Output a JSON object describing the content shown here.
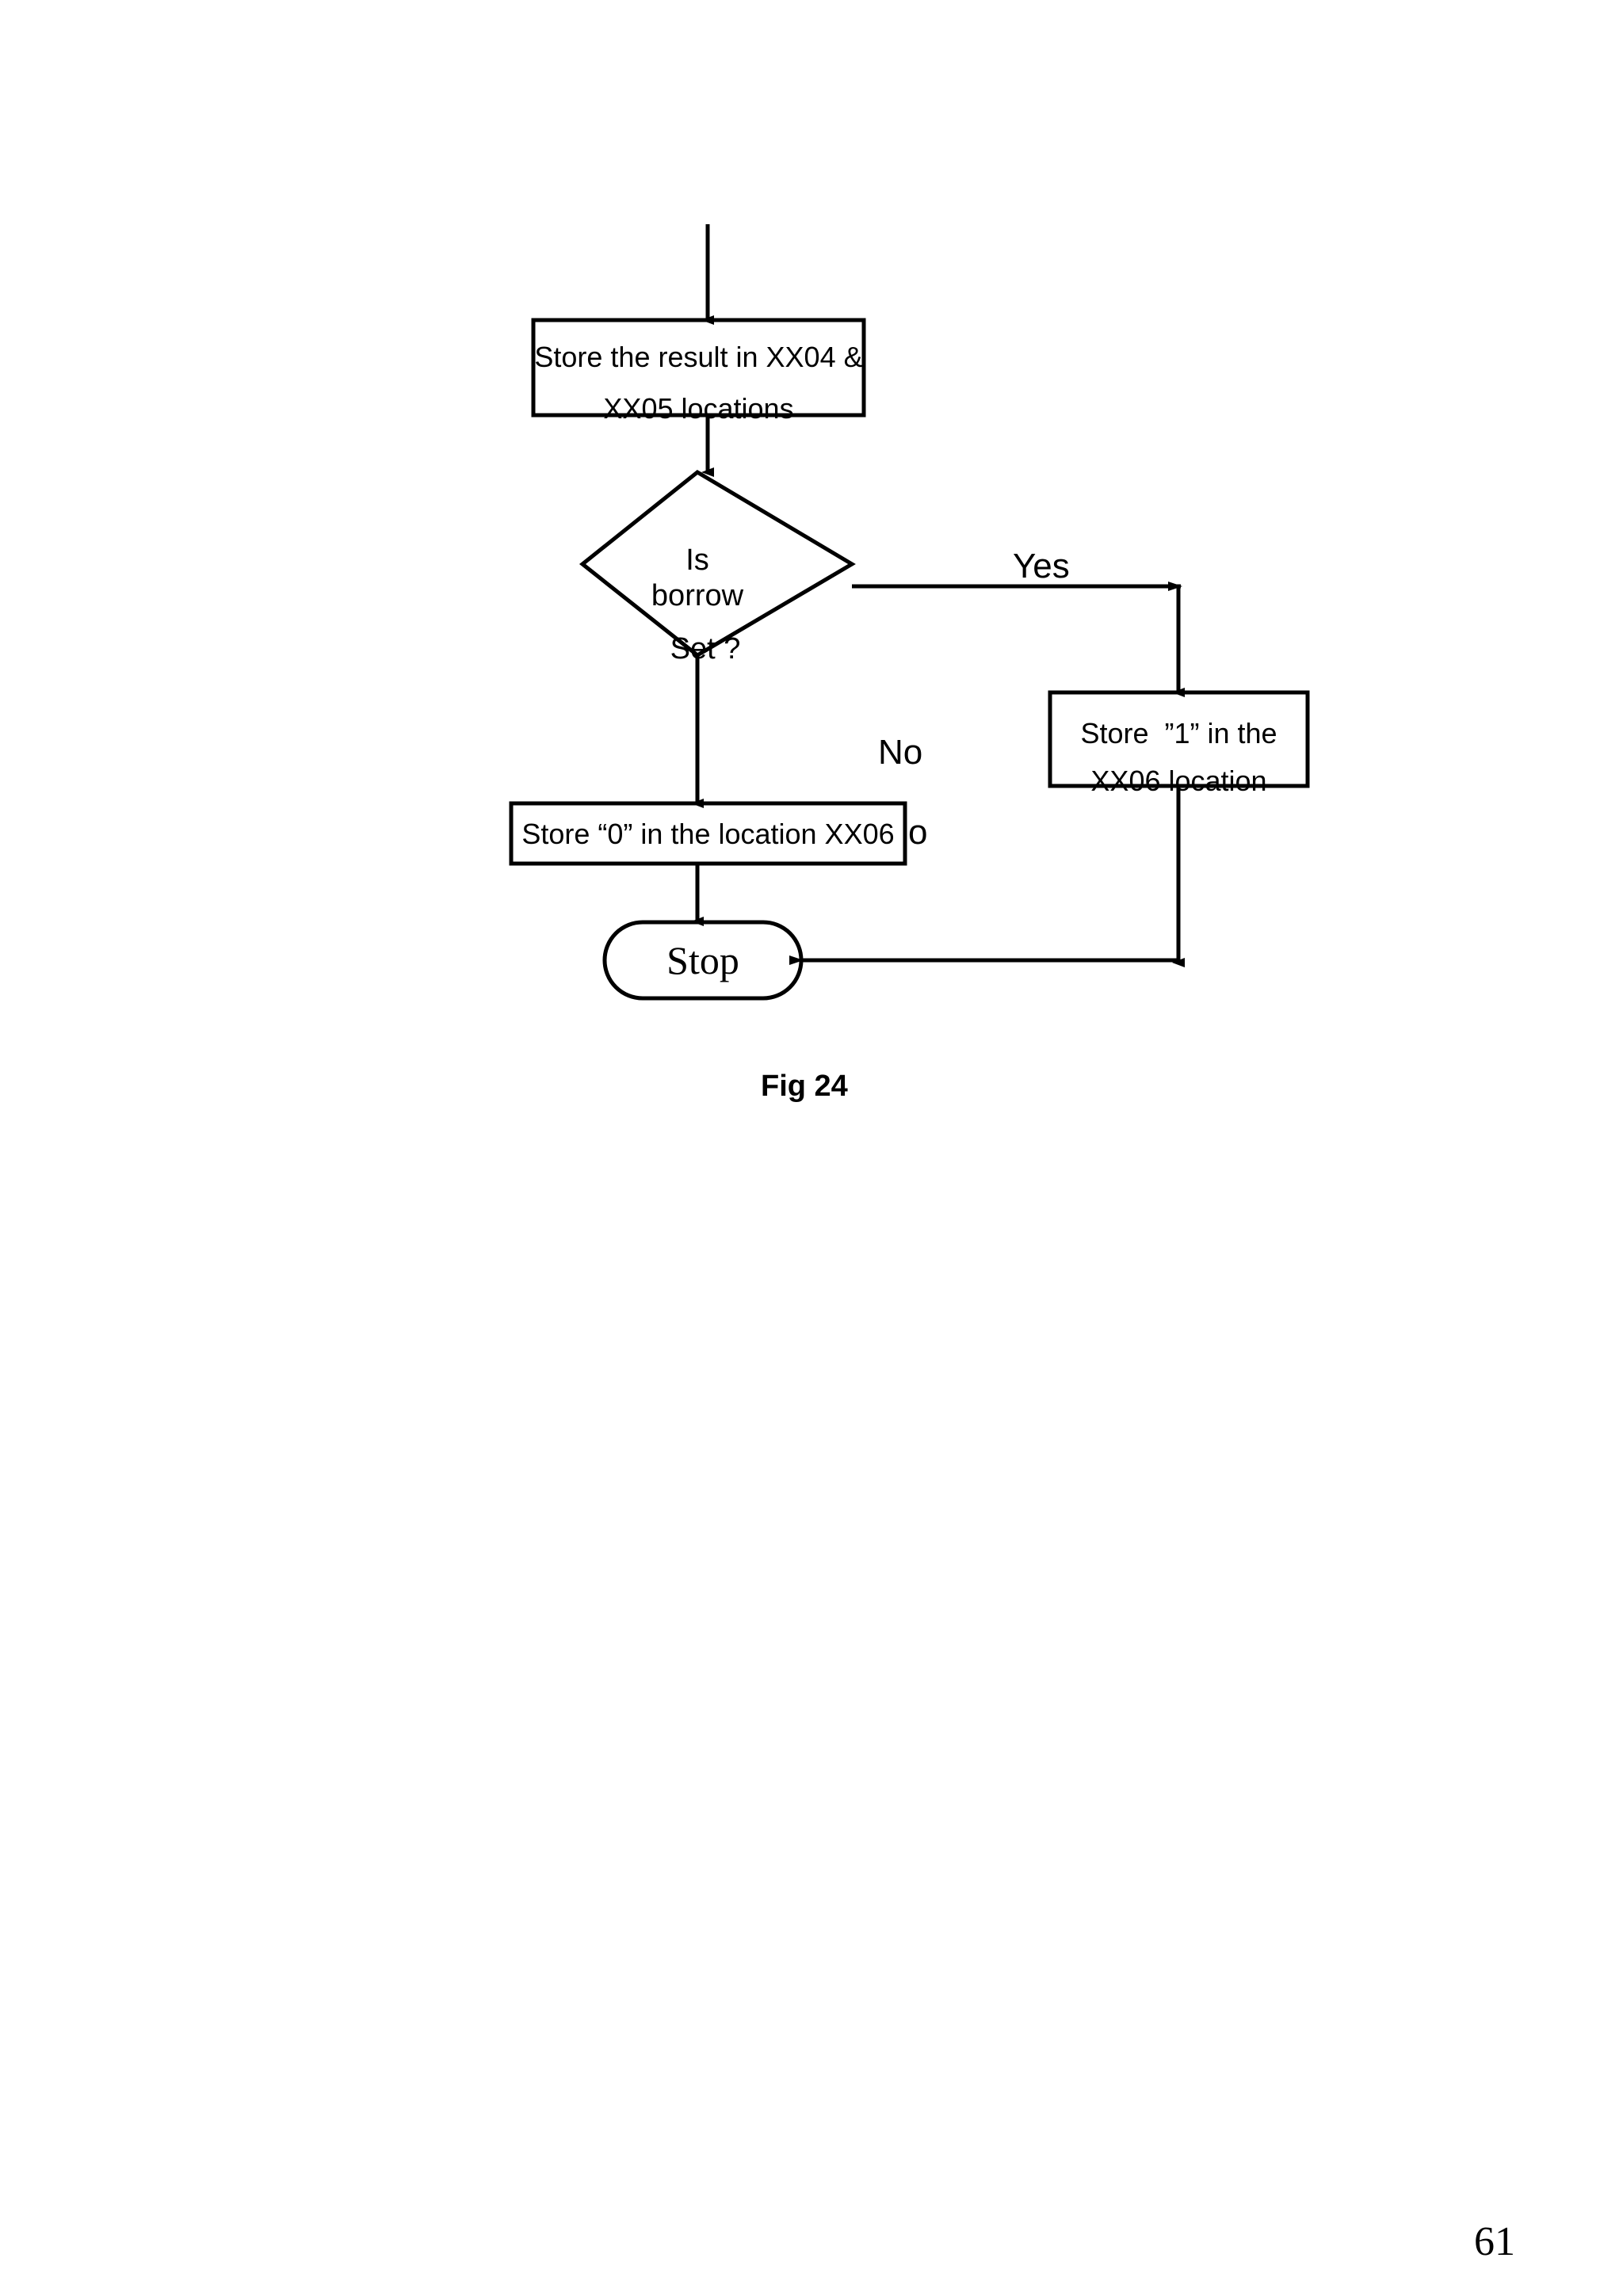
{
  "document": {
    "page_number": "61",
    "figure_caption": "Fig 24",
    "background_color": "#ffffff",
    "stroke_color": "#000000"
  },
  "flowchart": {
    "title": "Fig 24",
    "type": "flowchart",
    "nodes": [
      {
        "id": "store-result",
        "shape": "process",
        "lines": [
          "Store the result in XX04 &",
          "XX05 locations"
        ]
      },
      {
        "id": "is-borrow-set",
        "shape": "decision",
        "lines": [
          "Is",
          "borrow",
          "Set ?"
        ]
      },
      {
        "id": "store-one",
        "shape": "process",
        "lines": [
          "Store  ”1” in the",
          "XX06 location"
        ]
      },
      {
        "id": "store-zero",
        "shape": "process",
        "lines": [
          "Store “0” in the location XX06"
        ]
      },
      {
        "id": "stop",
        "shape": "terminal",
        "lines": [
          "Stop"
        ]
      }
    ],
    "edge_labels": {
      "yes": "Yes",
      "no": "No",
      "stray": "o"
    }
  }
}
